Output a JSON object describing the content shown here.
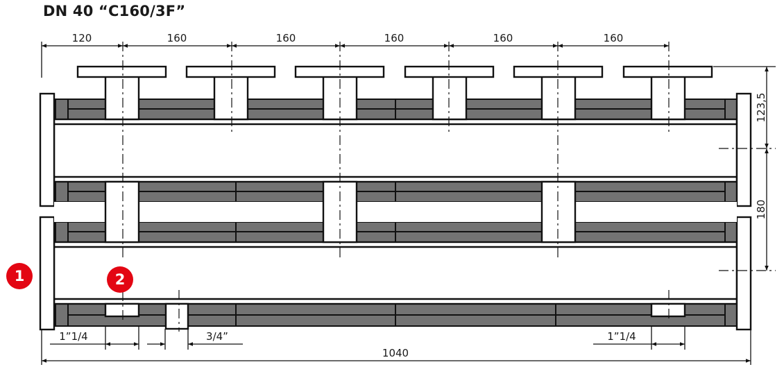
{
  "title": "DN 40 “C160/3F”",
  "dimensions": {
    "top": [
      "120",
      "160",
      "160",
      "160",
      "160",
      "160"
    ],
    "right_upper": "123,5",
    "right_lower": "180",
    "bottom_left_port": "1”1/4",
    "bottom_mid_port": "3/4”",
    "bottom_right_port": "1”1/4",
    "overall_length": "1040"
  },
  "badges": {
    "header": "1",
    "port": "2"
  },
  "colors": {
    "insulation": "#737373",
    "line": "#111111",
    "badge": "#e30613"
  }
}
